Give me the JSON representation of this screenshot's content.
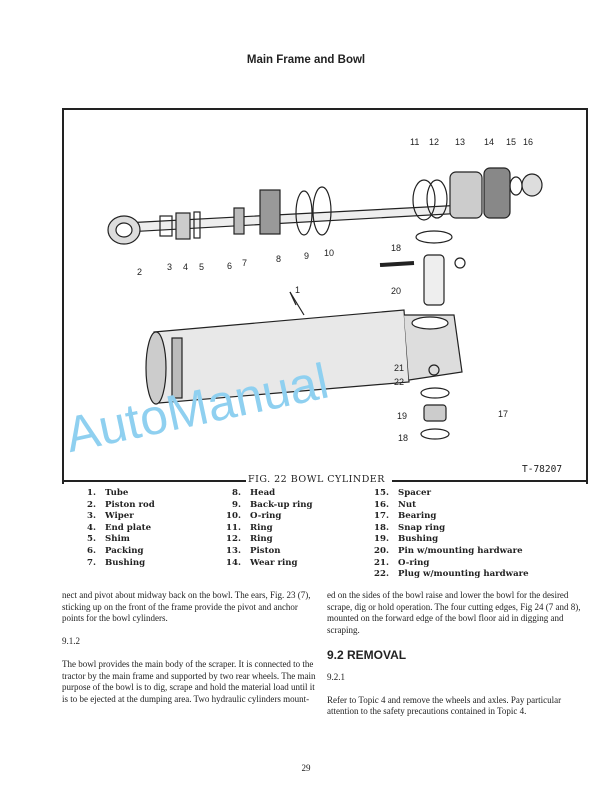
{
  "header": {
    "title": "Main Frame and Bowl"
  },
  "figure": {
    "caption": "FIG.  22  BOWL CYLINDER",
    "ref_number": "T-78207",
    "callouts": [
      "1",
      "2",
      "3",
      "4",
      "5",
      "6",
      "7",
      "8",
      "9",
      "10",
      "11",
      "12",
      "13",
      "14",
      "15",
      "16",
      "17",
      "18",
      "18",
      "19",
      "20",
      "21",
      "22"
    ],
    "parts": [
      [
        {
          "n": "1.",
          "label": "Tube"
        },
        {
          "n": "2.",
          "label": "Piston rod"
        },
        {
          "n": "3.",
          "label": "Wiper"
        },
        {
          "n": "4.",
          "label": "End plate"
        },
        {
          "n": "5.",
          "label": "Shim"
        },
        {
          "n": "6.",
          "label": "Packing"
        },
        {
          "n": "7.",
          "label": "Bushing"
        }
      ],
      [
        {
          "n": "8.",
          "label": "Head"
        },
        {
          "n": "9.",
          "label": "Back-up ring"
        },
        {
          "n": "10.",
          "label": "O-ring"
        },
        {
          "n": "11.",
          "label": "Ring"
        },
        {
          "n": "12.",
          "label": "Ring"
        },
        {
          "n": "13.",
          "label": "Piston"
        },
        {
          "n": "14.",
          "label": "Wear ring"
        }
      ],
      [
        {
          "n": "15.",
          "label": "Spacer"
        },
        {
          "n": "16.",
          "label": "Nut"
        },
        {
          "n": "17.",
          "label": "Bearing"
        },
        {
          "n": "18.",
          "label": "Snap ring"
        },
        {
          "n": "19.",
          "label": "Bushing"
        },
        {
          "n": "20.",
          "label": "Pin w/mounting hardware"
        },
        {
          "n": "21.",
          "label": "O-ring"
        },
        {
          "n": "22.",
          "label": "Plug w/mounting hardware"
        }
      ]
    ]
  },
  "body": {
    "left": {
      "p1": "nect and pivot about midway back on the bowl. The ears, Fig. 23 (7), sticking up on the front of the frame provide the pivot and anchor points for the bowl cylinders.",
      "sub": "9.1.2",
      "p2": "The bowl provides the main body of the scraper. It is connected to the tractor by the main frame and supported by two rear wheels.  The main purpose of the bowl is to dig, scrape and hold the material load until it is to be ejected at the dumping area.  Two hydraulic cylinders mount-"
    },
    "right": {
      "p1": "ed on the sides of the bowl raise and lower the bowl for the desired scrape, dig or hold operation.  The four cutting edges, Fig 24 (7 and 8), mounted on the forward edge of the bowl floor aid in digging and scraping.",
      "heading": "9.2 REMOVAL",
      "sub": "9.2.1",
      "p2": "Refer to Topic 4 and remove the wheels and axles.  Pay particular attention to the safety precautions contained in Topic 4."
    }
  },
  "footer": {
    "page_number": "29"
  },
  "watermark": "AutoManual"
}
